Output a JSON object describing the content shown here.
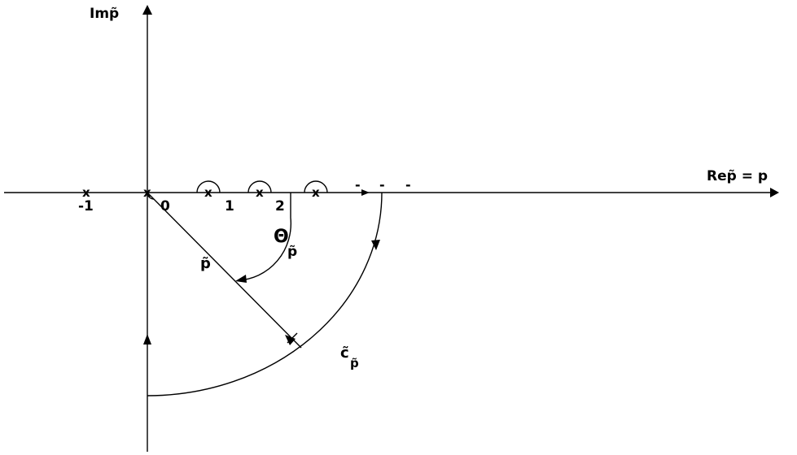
{
  "axes": {
    "imaginary_label": "Imp̃",
    "real_label": "Rep̃ = p"
  },
  "ticks": {
    "minus_one": "-1",
    "zero": "0",
    "one": "1",
    "two": "2"
  },
  "pole_marker": "x",
  "continuation_marks": [
    "-",
    "-",
    "-"
  ],
  "symbols": {
    "theta": "Θ",
    "theta_subscript": "p̃",
    "radius": "p̃",
    "contour": "c̃",
    "contour_subscript": "p̃"
  },
  "colors": {
    "ink": "#000000",
    "background": "#ffffff"
  }
}
